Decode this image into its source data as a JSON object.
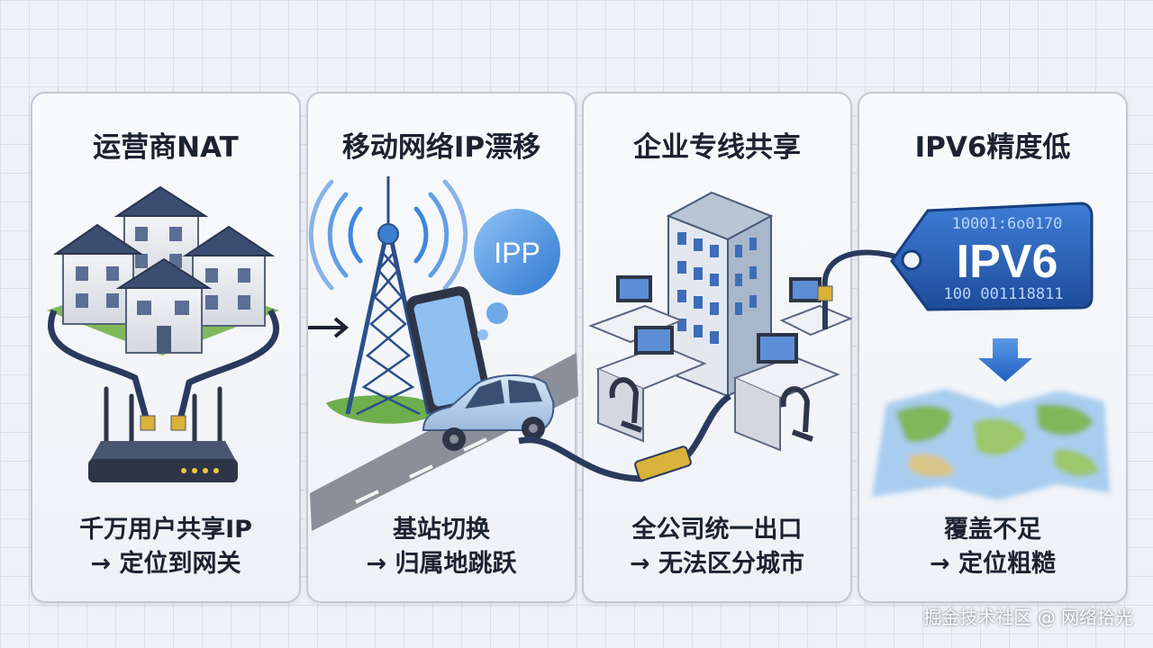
{
  "panels": [
    {
      "title": "运营商NAT",
      "caption_line1": "千万用户共享IP",
      "caption_line2": "→ 定位到网关"
    },
    {
      "title": "移动网络IP漂移",
      "caption_line1": "基站切换",
      "caption_line2": "→ 归属地跳跃",
      "bubble_text": "IPP"
    },
    {
      "title": "企业专线共享",
      "caption_line1": "全公司统一出口",
      "caption_line2": "→ 无法区分城市"
    },
    {
      "title": "IPV6精度低",
      "caption_line1": "覆盖不足",
      "caption_line2": "→ 定位粗糙",
      "tag_text": "IPV6",
      "tag_binary_top": "10001:6o0170",
      "tag_binary_bottom": "100 001118811"
    }
  ],
  "watermark": "掘金技术社区 @ 网络拾光",
  "colors": {
    "accent_blue": "#2f63b8",
    "dark_text": "#1c2230",
    "roof": "#3b4d70",
    "router": "#2d3547"
  }
}
